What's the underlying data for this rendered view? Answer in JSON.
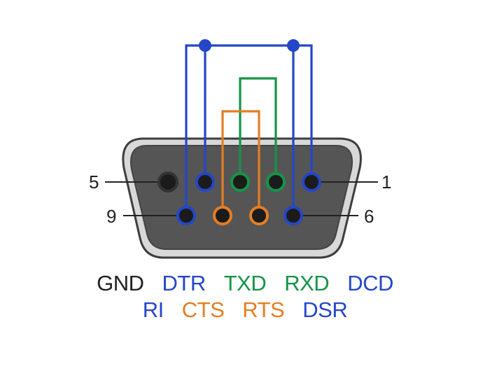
{
  "colors": {
    "blue": "#2446c8",
    "green": "#159447",
    "orange": "#e47e23",
    "black": "#222222",
    "shell_fill": "#555555",
    "shell_outline": "#3d3d3d",
    "shell_rim": "#d8d8d8"
  },
  "pin_numbers": {
    "pin1": "1",
    "pin5": "5",
    "pin6": "6",
    "pin9": "9"
  },
  "signals": {
    "gnd": "GND",
    "dtr": "DTR",
    "txd": "TXD",
    "rxd": "RXD",
    "dcd": "DCD",
    "ri": "RI",
    "cts": "CTS",
    "rts": "RTS",
    "dsr": "DSR"
  }
}
